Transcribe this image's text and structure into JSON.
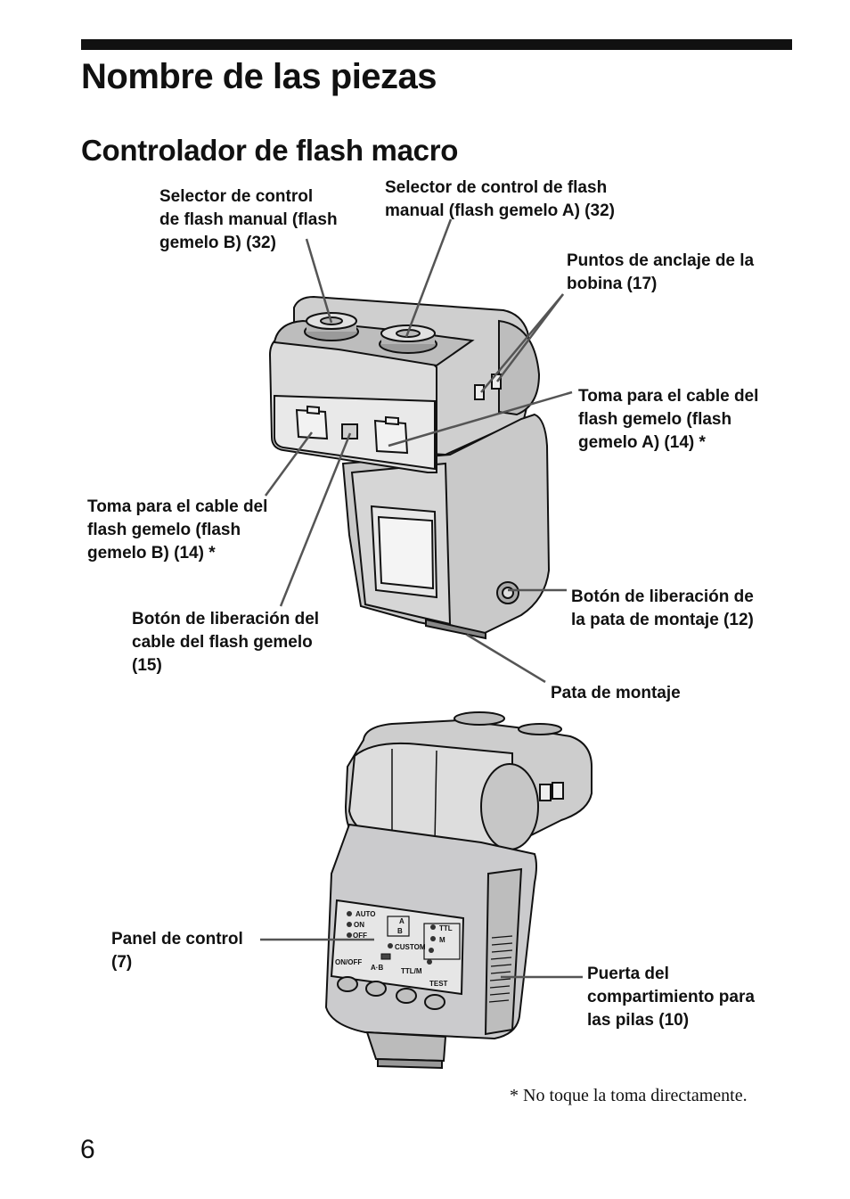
{
  "page": {
    "title": "Nombre de las piezas",
    "subtitle": "Controlador de flash macro",
    "page_number": "6",
    "footnote": "* No toque la toma directamente."
  },
  "callouts": {
    "selector_b": "Selector de control\nde flash manual (flash\ngemelo B) (32)",
    "selector_a": "Selector de control de flash\nmanual (flash gemelo A) (32)",
    "anclaje": "Puntos de anclaje de la\nbobina (17)",
    "toma_a": "Toma para el cable del\nflash gemelo (flash\ngemelo A) (14) *",
    "toma_b": "Toma para el cable del\nflash gemelo (flash\ngemelo B) (14) *",
    "liberacion_cable": "Botón de liberación del\ncable del flash gemelo\n(15)",
    "liberacion_pata": "Botón de liberación de\nla pata de montaje (12)",
    "pata": "Pata de montaje",
    "panel": "Panel de control\n(7)",
    "puerta": "Puerta del\ncompartimiento para\nlas pilas (10)"
  },
  "control_panel": {
    "auto": "AUTO",
    "on": "ON",
    "off": "OFF",
    "a": "A",
    "b": "B",
    "custom": "CUSTOM",
    "ttl": "TTL",
    "m": "M",
    "onoff": "ON/OFF",
    "ab": "A·B",
    "ttlm": "TTL/M",
    "test": "TEST"
  }
}
